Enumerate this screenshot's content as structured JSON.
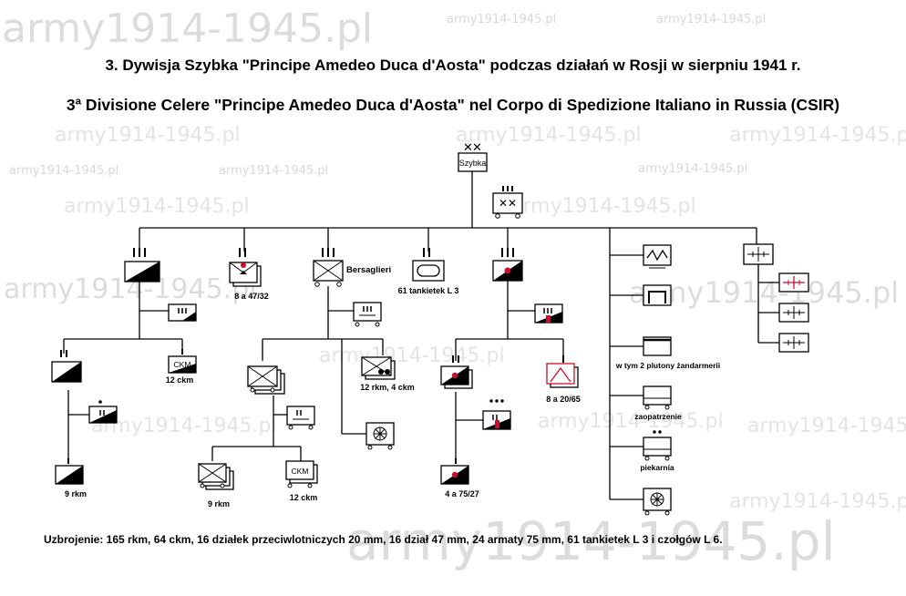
{
  "watermark": "army1914-1945.pl",
  "title_pl": "3. Dywisja Szybka \"Principe Amedeo Duca d'Aosta\" podczas działań w Rosji w sierpniu 1941 r.",
  "title_it": "3ª Divisione Celere \"Principe Amedeo Duca d'Aosta\" nel Corpo di Spedizione Italiano in Russia (CSIR)",
  "hq_label": "Szybka",
  "labels": {
    "bersaglieri": "Bersaglieri",
    "guns_47": "8 a 47/32",
    "tankettes": "61 tankietek L 3",
    "mg_12": "12 ckm",
    "mg_12_mortar": "12 rkm, 4 ckm",
    "aa_guns": "8 a 20/65",
    "gendarmerie": "w tym 2 plutony żandarmerii",
    "supply": "zaopatrzenie",
    "bakery": "piekarnia",
    "lmg_9_cav": "9 rkm",
    "lmg_9_bers": "9 rkm",
    "mg_12_bers": "12 ckm",
    "guns_75": "4 a 75/27",
    "ckm_a": "CKM",
    "ckm_b": "CKM"
  },
  "footer": "Uzbrojenie: 165 rkm, 64 ckm, 16 działek przeciwlotniczych 20 mm, 16 dział 47 mm, 24 armaty 75 mm, 61 tankietek L 3 i czołgów L 6.",
  "colors": {
    "ink": "#000000",
    "artillery_dot": "#c8102e",
    "medical": "#c8102e",
    "watermark": "#e4e4e4"
  }
}
